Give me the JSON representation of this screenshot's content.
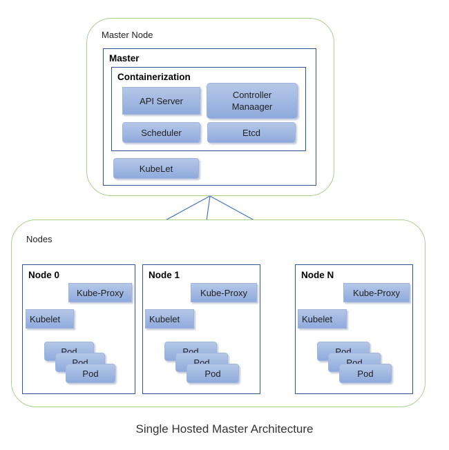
{
  "master_node": {
    "label": "Master Node",
    "master": {
      "title": "Master",
      "containerization": {
        "title": "Containerization",
        "components": {
          "api_server": "API Server",
          "controller_manager_line1": "Controller",
          "controller_manager_line2": "Manaager",
          "scheduler": "Scheduler",
          "etcd": "Etcd"
        }
      },
      "kubelet": "KubeLet"
    }
  },
  "nodes": {
    "label": "Nodes",
    "items": [
      {
        "title": "Node 0",
        "kube_proxy": "Kube-Proxy",
        "kubelet": "Kubelet",
        "pods": [
          "Pod",
          "Pod",
          "Pod"
        ]
      },
      {
        "title": "Node 1",
        "kube_proxy": "Kube-Proxy",
        "kubelet": "Kubelet",
        "pods": [
          "Pod",
          "Pod",
          "Pod"
        ]
      },
      {
        "title": "Node N",
        "kube_proxy": "Kube-Proxy",
        "kubelet": "Kubelet",
        "pods": [
          "Pod",
          "Pod",
          "Pod"
        ]
      }
    ]
  },
  "caption": "Single Hosted Master Architecture",
  "colors": {
    "region_border": "#a9d18e",
    "box_border": "#2f5496",
    "component_fill": "#a4bce4",
    "connector": "#4472c4"
  }
}
